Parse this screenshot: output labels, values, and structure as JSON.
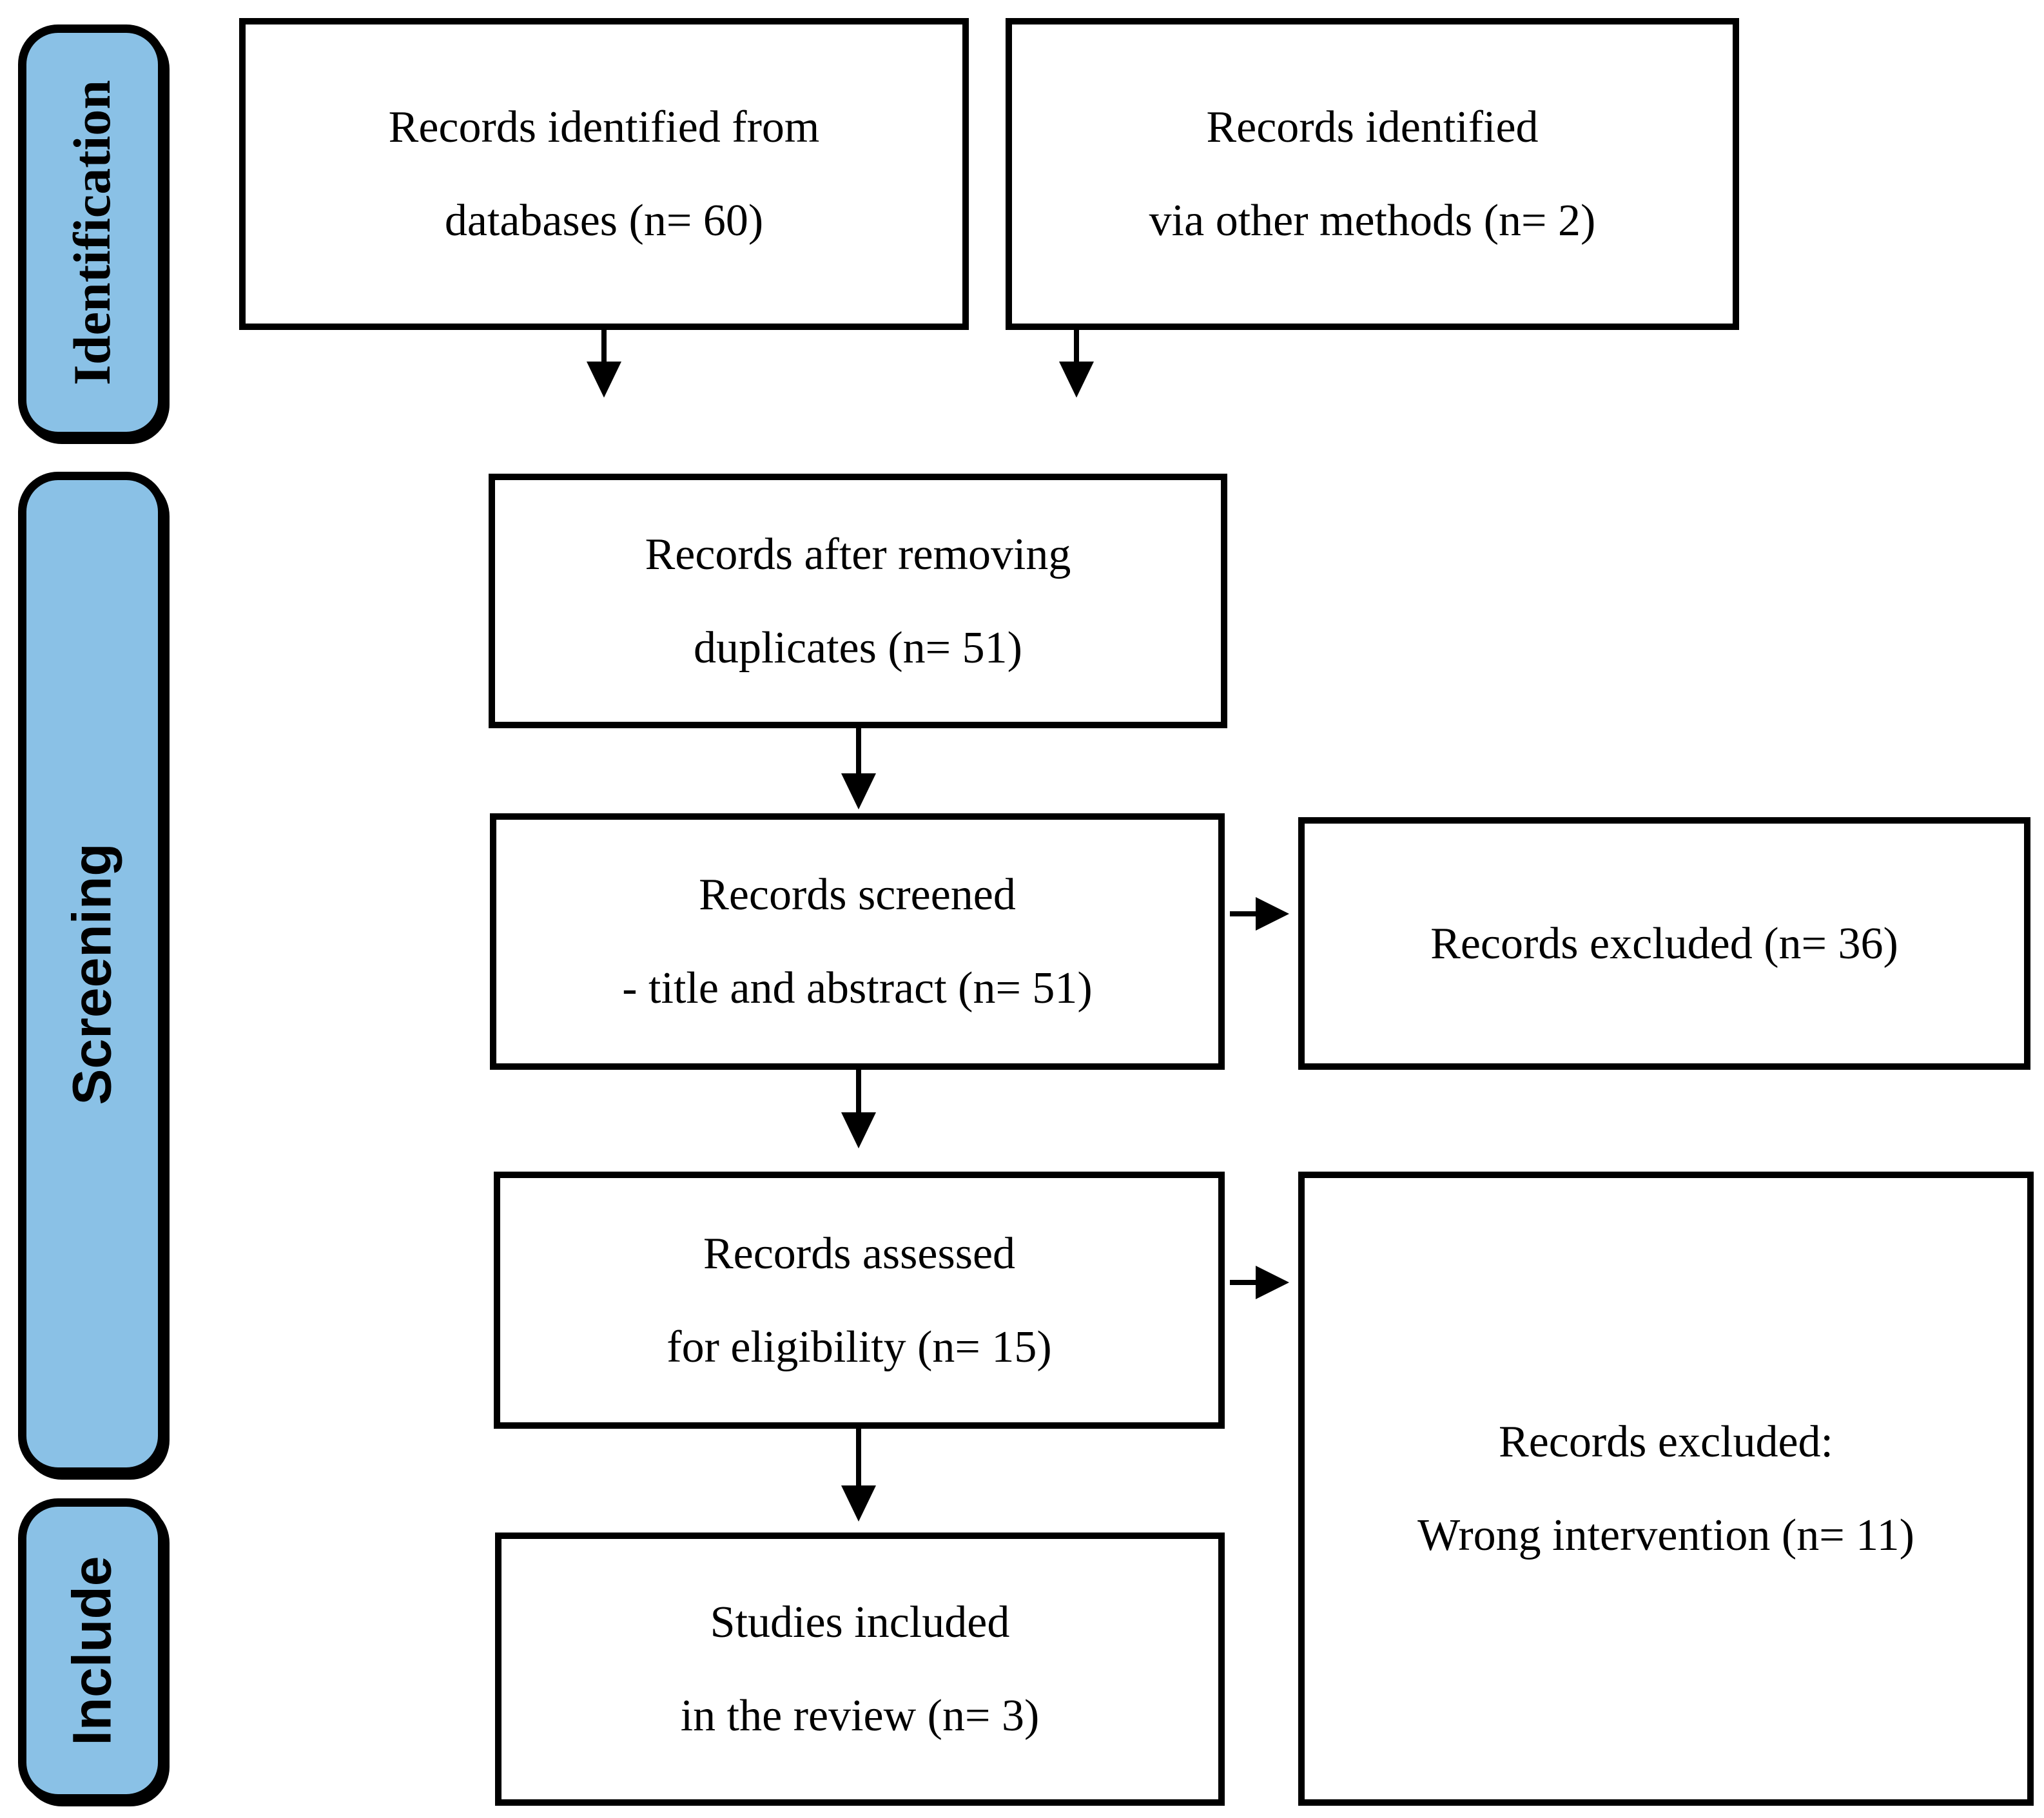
{
  "diagram": {
    "stage_labels": {
      "identification": "Identification",
      "screening": "Screening",
      "include": "Include"
    },
    "boxes": {
      "identified_databases": {
        "lines": [
          "Records identified from",
          "databases (n= 60)"
        ]
      },
      "identified_other": {
        "lines": [
          "Records identified",
          "via other methods (n= 2)"
        ]
      },
      "after_duplicates": {
        "lines": [
          "Records after removing",
          "duplicates (n= 51)"
        ]
      },
      "screened": {
        "lines": [
          "Records screened",
          "- title and abstract (n= 51)"
        ]
      },
      "excluded_screening": {
        "lines": [
          "Records excluded (n= 36)"
        ]
      },
      "assessed": {
        "lines": [
          "Records assessed",
          "for eligibility (n= 15)"
        ]
      },
      "excluded_eligibility": {
        "lines": [
          "Records excluded:",
          "Wrong intervention (n= 11)"
        ]
      },
      "included": {
        "lines": [
          "Studies included",
          "in the review (n= 3)"
        ]
      }
    },
    "counts": {
      "identified_databases": 60,
      "identified_other": 2,
      "after_duplicates": 51,
      "screened": 51,
      "excluded_screening": 36,
      "assessed": 15,
      "excluded_eligibility": 11,
      "included": 3
    },
    "colors": {
      "stage_fill": "#8AC1E6",
      "box_fill": "#FFFFFF",
      "stroke": "#000000"
    }
  }
}
